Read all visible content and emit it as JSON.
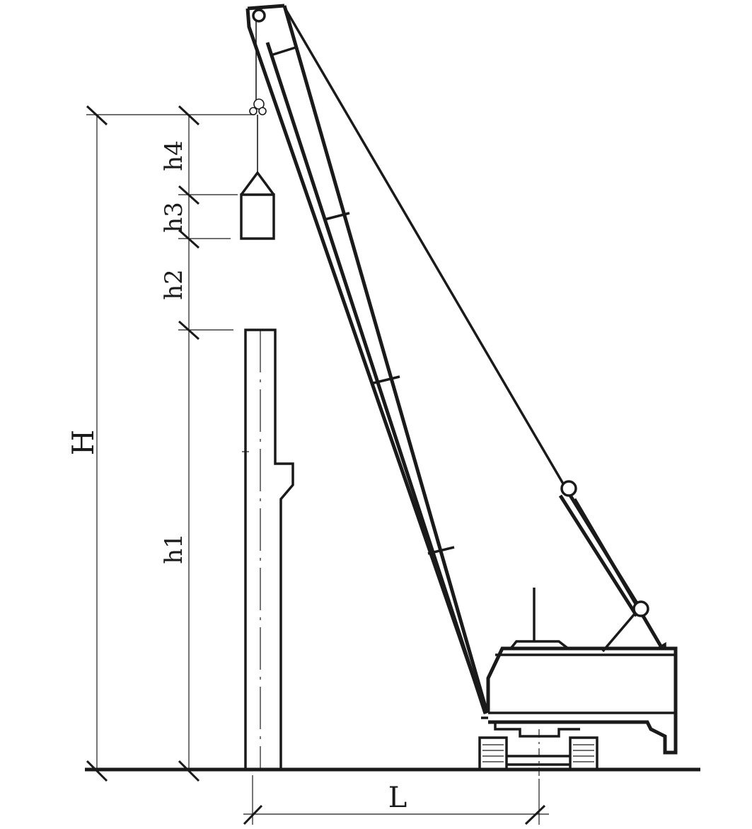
{
  "labels": {
    "H": "H",
    "h1": "h1",
    "h2": "h2",
    "h3": "h3",
    "h4": "h4",
    "L": "L"
  },
  "colors": {
    "line": "#1a1a1a",
    "background": "#ffffff"
  }
}
